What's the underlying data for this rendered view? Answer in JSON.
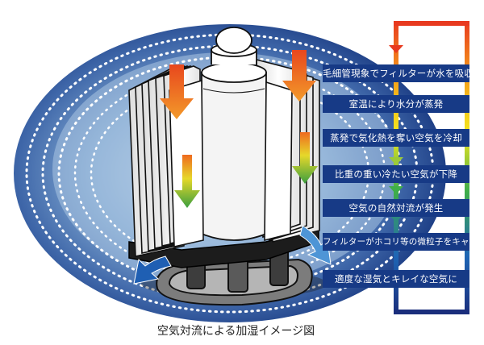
{
  "steps": [
    "毛細管現象でフィルターが水を吸収",
    "室温により水分が蒸発",
    "蒸発で気化熱を奪い空気を冷却",
    "比重の重い冷たい空気が下降",
    "空気の自然対流が発生",
    "フィルターがホコリ等の微粒子をキャッチ",
    "適度な湿気とキレイな空気に"
  ],
  "caption": "空気対流による加湿イメージ図",
  "colors": {
    "label_bg": "#173a86",
    "cycle_gradient": [
      "#e83a1f",
      "#f5a21a",
      "#f3e61e",
      "#3fae49",
      "#1f66b5",
      "#1a2e7c"
    ]
  }
}
